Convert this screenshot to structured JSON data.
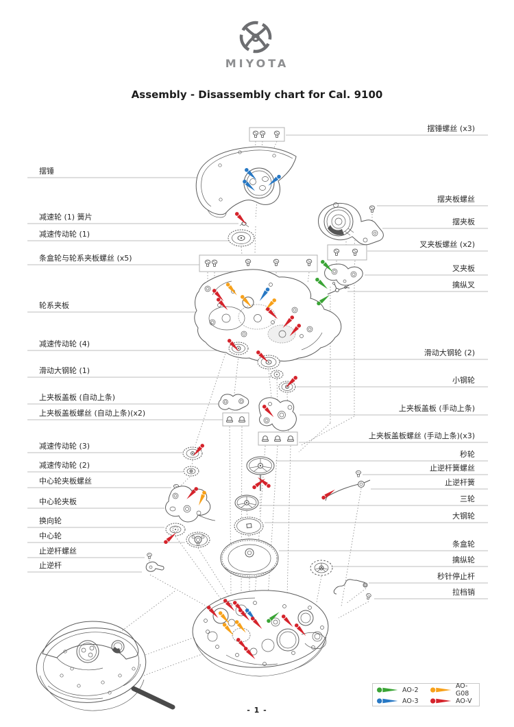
{
  "header": {
    "brand": "MIYOTA",
    "title": "Assembly - Disassembly chart for Cal. 9100"
  },
  "labels_left": [
    {
      "text": "摆锤"
    },
    {
      "text": "减速轮 (1) 簧片"
    },
    {
      "text": "减速传动轮 (1)"
    },
    {
      "text": "条盒轮与轮系夹板螺丝 (x5)"
    },
    {
      "text": "轮系夹板"
    },
    {
      "text": "减速传动轮 (4)"
    },
    {
      "text": "滑动大钢轮 (1)"
    },
    {
      "text": "上夹板盖板 (自动上条)"
    },
    {
      "text": "上夹板盖板螺丝 (自动上条)(x2)"
    },
    {
      "text": "减速传动轮 (3)"
    },
    {
      "text": "减速传动轮 (2)"
    },
    {
      "text": "中心轮夹板螺丝"
    },
    {
      "text": "中心轮夹板"
    },
    {
      "text": "换向轮"
    },
    {
      "text": "中心轮"
    },
    {
      "text": "止逆杆螺丝"
    },
    {
      "text": "止逆杆"
    }
  ],
  "labels_right": [
    {
      "text": "摆锤螺丝 (x3)"
    },
    {
      "text": "摆夹板螺丝"
    },
    {
      "text": "摆夹板"
    },
    {
      "text": "叉夹板螺丝 (x2)"
    },
    {
      "text": "叉夹板"
    },
    {
      "text": "擒纵叉"
    },
    {
      "text": "滑动大钢轮 (2)"
    },
    {
      "text": "小钢轮"
    },
    {
      "text": "上夹板盖板 (手动上条)"
    },
    {
      "text": "上夹板盖板螺丝 (手动上条)(x3)"
    },
    {
      "text": "秒轮"
    },
    {
      "text": "止逆杆簧螺丝"
    },
    {
      "text": "止逆杆簧"
    },
    {
      "text": "三轮"
    },
    {
      "text": "大钢轮"
    },
    {
      "text": "条盒轮"
    },
    {
      "text": "擒纵轮"
    },
    {
      "text": "秒针停止杆"
    },
    {
      "text": "拉档销"
    }
  ],
  "legend": {
    "items": [
      {
        "code": "AO-2",
        "color": "#3aa435"
      },
      {
        "code": "AO-G08",
        "color": "#f7a11a"
      },
      {
        "code": "AO-3",
        "color": "#2778c4"
      },
      {
        "code": "AO-V",
        "color": "#d5232b"
      }
    ]
  },
  "footer": {
    "page_number": "- 1 -"
  }
}
